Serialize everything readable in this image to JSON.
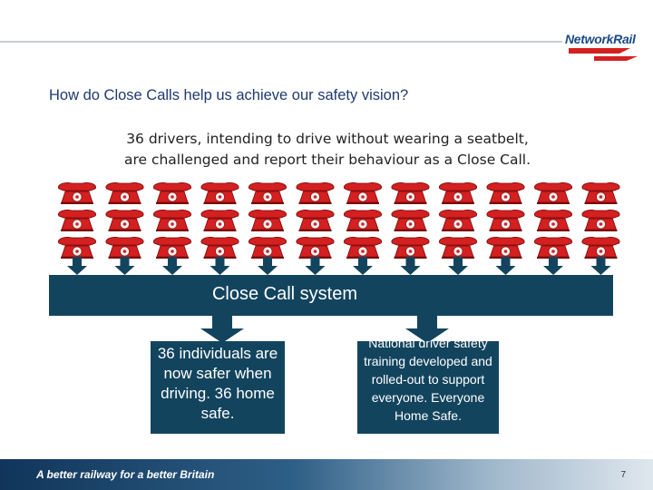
{
  "header": {
    "logo_text": "NetworkRail"
  },
  "title": "How do Close Calls help us achieve our safety vision?",
  "intro": {
    "line1": "36 drivers, intending to drive without wearing a seatbelt,",
    "line2": "are challenged and report their behaviour as a Close Call."
  },
  "phone_grid": {
    "rows": 3,
    "columns": 12,
    "phone_color": "#d42020"
  },
  "system": {
    "label": "Close Call system",
    "color": "#13445e"
  },
  "outcomes": {
    "left": "36 individuals are now safer when driving. 36 home safe.",
    "right": "National driver safety training developed and rolled-out to support everyone. Everyone Home Safe."
  },
  "footer": {
    "tagline": "A better railway for a better Britain",
    "page_number": "7"
  }
}
